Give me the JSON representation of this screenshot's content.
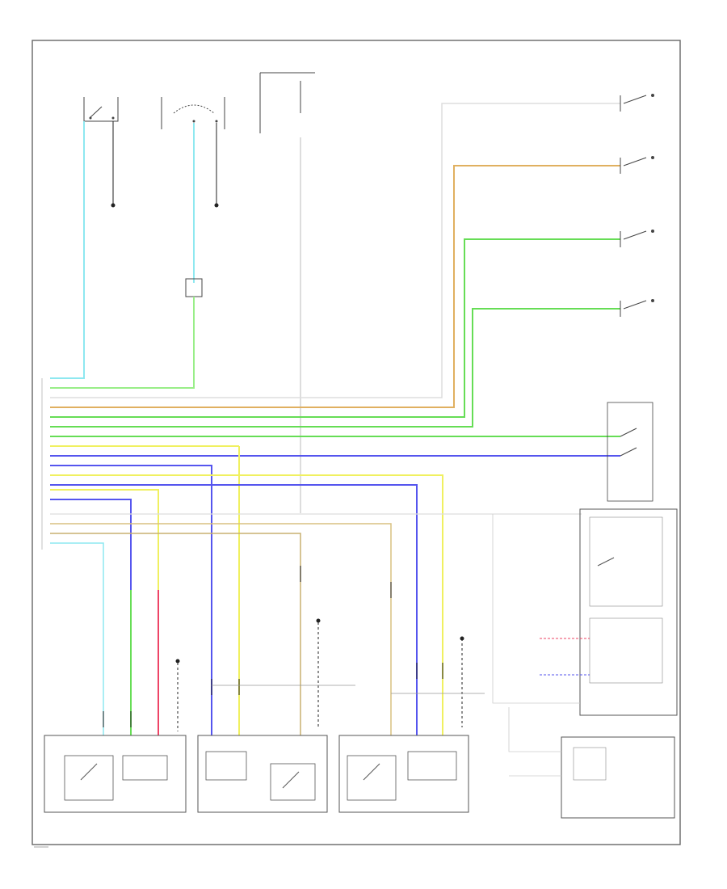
{
  "diagram": {
    "colors": {
      "light_blue": "#8ee8f0",
      "green": "#66dd55",
      "light_green": "#99ee88",
      "orange": "#e0b060",
      "tan": "#d9c080",
      "yellow": "#f0f060",
      "blue": "#5555ee",
      "red": "#ee4466",
      "black": "#222222",
      "gray": "#bbbbbb",
      "frame": "#666666"
    },
    "modules": [
      {
        "id": "front-passenger-door-lock",
        "label": ""
      },
      {
        "id": "left-rear-door-lock",
        "label": ""
      },
      {
        "id": "right-rear-door-lock",
        "label": ""
      },
      {
        "id": "door-control-unit",
        "label": ""
      }
    ],
    "switches": [
      {
        "id": "right-rear-door-switch"
      },
      {
        "id": "left-rear-door-switch"
      },
      {
        "id": "front-passenger-door-switch"
      },
      {
        "id": "driver-door-switch"
      },
      {
        "id": "trunk-switch"
      }
    ]
  }
}
